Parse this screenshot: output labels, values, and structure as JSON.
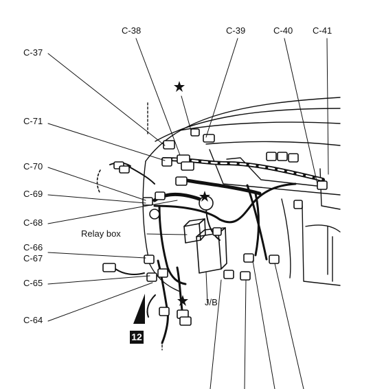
{
  "labels": {
    "c37": "C-37",
    "c38": "C-38",
    "c39": "C-39",
    "c40": "C-40",
    "c41": "C-41",
    "c71": "C-71",
    "c70": "C-70",
    "c69": "C-69",
    "c68": "C-68",
    "c66": "C-66",
    "c67": "C-67",
    "c65": "C-65",
    "c64": "C-64",
    "relay_box": "Relay box",
    "jb": "J/B",
    "page_ref": "12"
  }
}
